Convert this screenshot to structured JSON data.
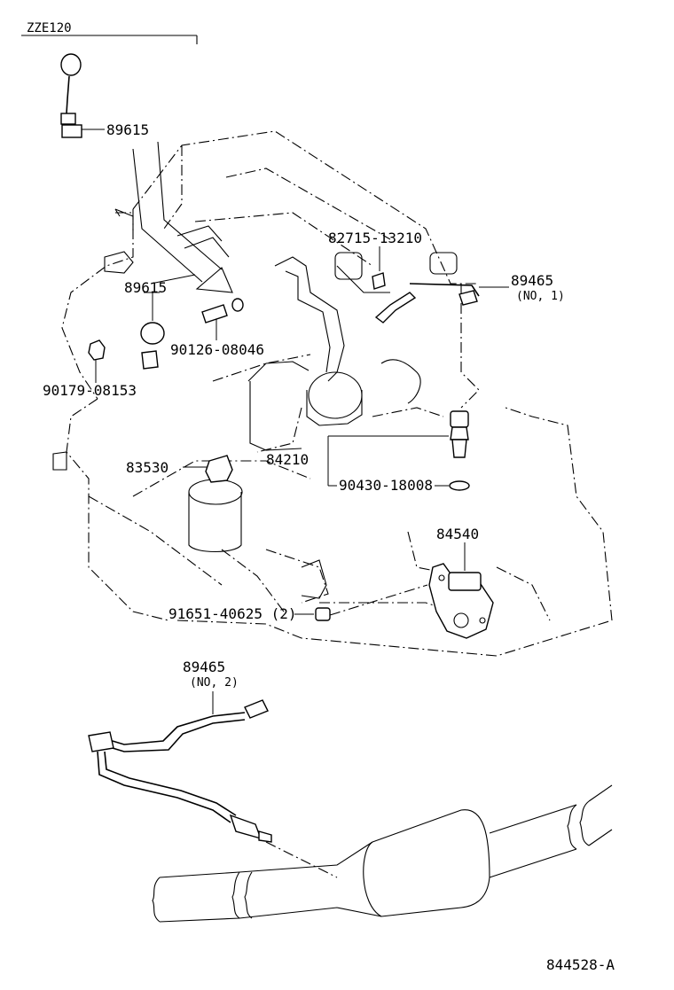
{
  "header": {
    "model": "ZZE120"
  },
  "footer": {
    "code": "844528-A"
  },
  "parts": {
    "knock_sensor_top": "89615",
    "knock_sensor_mid": "89615",
    "oil_pressure_bolt": "90126-08046",
    "plug": "90179-08153",
    "clamp": "82715-13210",
    "oxygen_sensor_1": "89465",
    "oxygen_sensor_1_note": "(NO, 1)",
    "oil_pressure_switch": "84210",
    "gasket": "90430-18008",
    "temp_sensor": "83530",
    "neutral_switch": "84540",
    "nut": "91651-40625 (2)",
    "oxygen_sensor_2": "89465",
    "oxygen_sensor_2_note": "(NO, 2)"
  }
}
